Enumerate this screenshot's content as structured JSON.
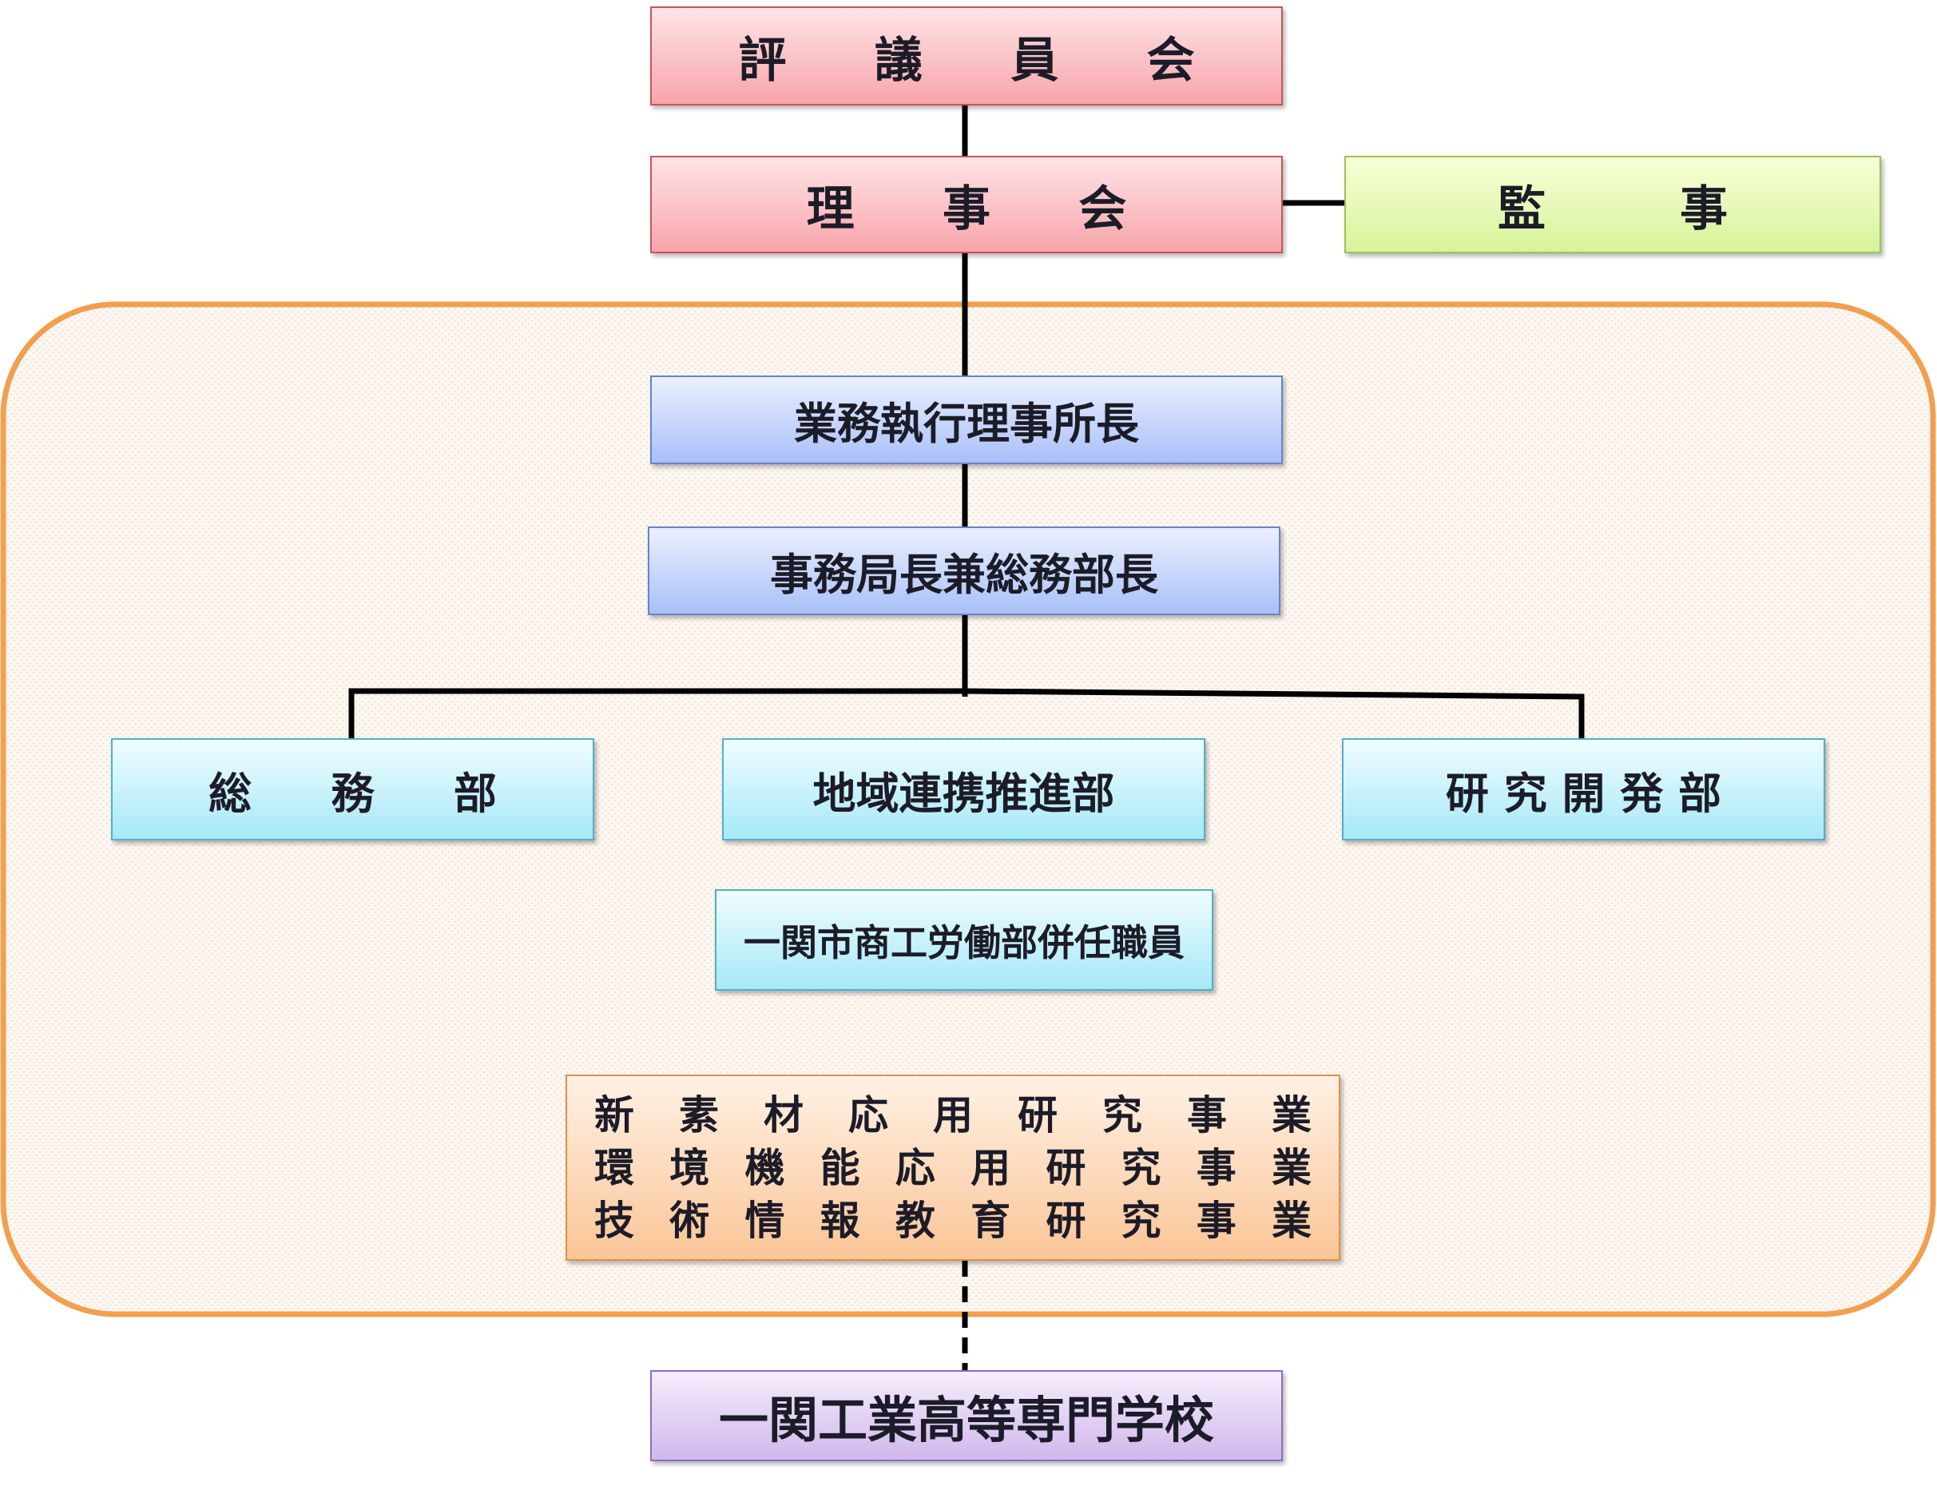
{
  "council": "評　議　員　会",
  "board": "理　事　会",
  "auditor": "監　事",
  "executive_director": "業務執行理事所長",
  "secretary_general": "事務局長兼総務部長",
  "departments": [
    "総　務　部",
    "地域連携推進部",
    "研 究 開 発 部"
  ],
  "concurrent_staff": "一関市商工労働部併任職員",
  "projects": [
    "新素材応用研究事業",
    "環境機能応用研究事業",
    "技術情報教育研究事業"
  ],
  "partner_school": "一関工業高等専門学校",
  "colors": {
    "region_border": "#f0a050",
    "connector": "#000000",
    "governance": "#f7a5ab",
    "audit": "#d8f39a",
    "management": "#a9c0f8",
    "department": "#a6e8f7",
    "project": "#fbc597",
    "school": "#d1b7ec"
  }
}
